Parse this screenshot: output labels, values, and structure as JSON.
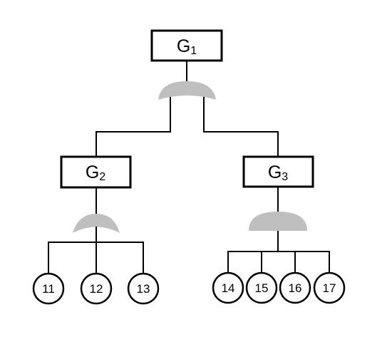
{
  "gates": {
    "g1": {
      "letter": "G",
      "index": "1"
    },
    "g2": {
      "letter": "G",
      "index": "2"
    },
    "g3": {
      "letter": "G",
      "index": "3"
    }
  },
  "basic_events": {
    "e11": "11",
    "e12": "12",
    "e13": "13",
    "e14": "14",
    "e15": "15",
    "e16": "16",
    "e17": "17"
  },
  "colors": {
    "gate_fill": "#bfbfbf",
    "stroke": "#000000",
    "background": "#ffffff"
  }
}
